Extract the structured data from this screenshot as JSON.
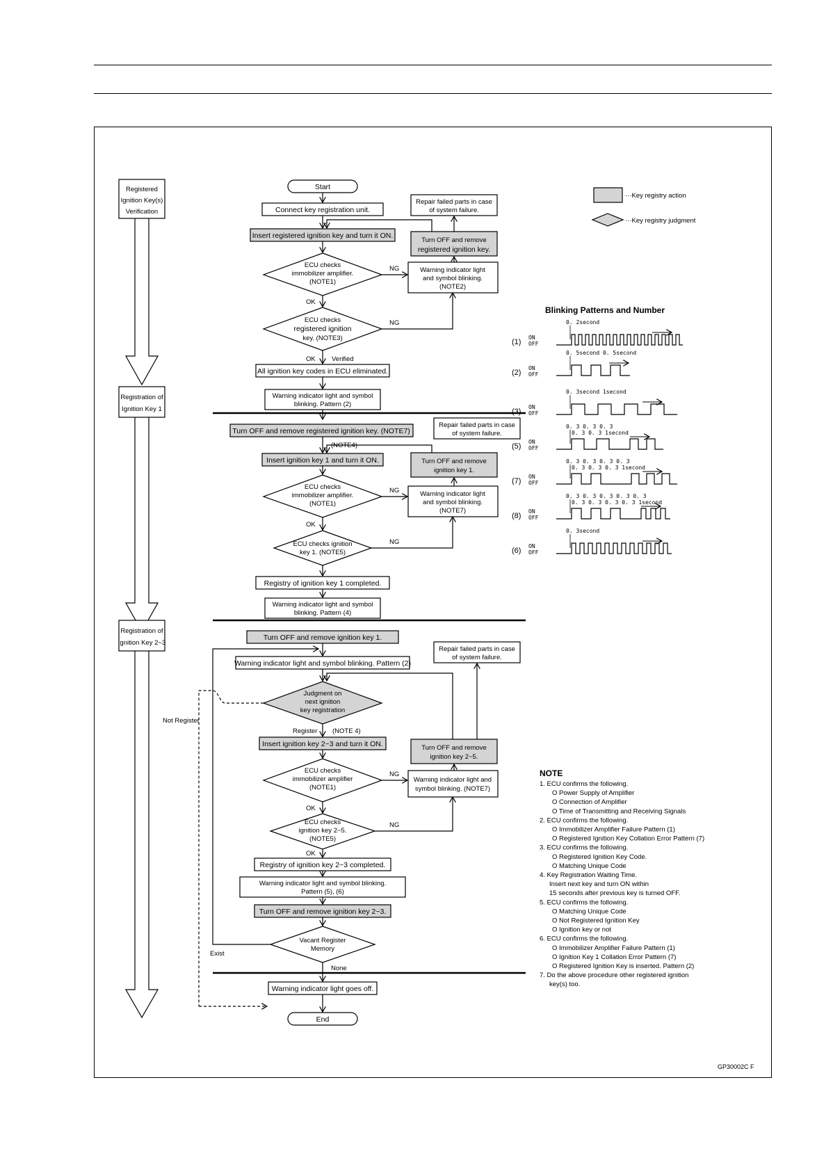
{
  "phases": [
    {
      "lines": [
        "Registered",
        "Ignition Key(s)",
        "Verification"
      ]
    },
    {
      "lines": [
        "Registration of",
        "Ignition Key 1"
      ]
    },
    {
      "lines": [
        "Registration of",
        "Ignition Key 2~3"
      ]
    }
  ],
  "legend": {
    "action": "···Key registry action",
    "judgment": "···Key registry judgment"
  },
  "flow": {
    "start": "Start",
    "end": "End",
    "s1": {
      "connect": "Connect key registration unit.",
      "insert": "Insert registered ignition key and turn it ON.",
      "d1": [
        "ECU checks",
        "immobilizer amplifier.",
        "(NOTE1)"
      ],
      "d2": [
        "ECU checks",
        "registered ignition",
        "key. (NOTE3)"
      ],
      "eliminated": "All ignition key codes in ECU eliminated.",
      "blink": [
        "Warning indicator light and symbol",
        "blinking. Pattern (2)"
      ],
      "repair": [
        "Repair failed parts in case",
        "of system failure."
      ],
      "turnoff": [
        "Turn OFF and remove",
        "registered ignition key."
      ],
      "warn": [
        "Warning indicator light",
        "and symbol blinking.",
        "(NOTE2)"
      ]
    },
    "s2": {
      "turnoff_top": "Turn OFF and remove registered ignition key. (NOTE7)",
      "note4": "(NOTE4)",
      "insert": "Insert ignition key 1 and turn it ON.",
      "d1": [
        "ECU checks",
        "immobilizer amplifier.",
        "(NOTE1)"
      ],
      "d2": [
        "ECU checks ignition",
        "key 1. (NOTE5)"
      ],
      "completed": "Registry of ignition key 1 completed.",
      "blink": [
        "Warning indicator light and symbol",
        "blinking. Pattern (4)"
      ],
      "repair": [
        "Repair failed parts in case",
        "of system failure."
      ],
      "turnoff": [
        "Turn OFF and remove",
        "ignition key 1."
      ],
      "warn": [
        "Warning indicator light",
        "and symbol blinking.",
        "(NOTE7)"
      ]
    },
    "s3": {
      "turnoff_top": "Turn OFF and remove ignition key 1.",
      "blink2": "Warning indicator light and symbol blinking. Pattern (2)",
      "judge": [
        "Judgment on",
        "next ignition",
        "key registration"
      ],
      "register": "Register",
      "note4": "(NOTE 4)",
      "not_register": "Not Register",
      "insert": "Insert ignition key 2~3 and turn it ON.",
      "d1": [
        "ECU checks",
        "immobilizer amplifier",
        "(NOTE1)"
      ],
      "d2": [
        "ECU checks",
        "ignition key 2~5.",
        "(NOTE5)"
      ],
      "completed": "Registry of ignition key 2~3 completed.",
      "blink56": [
        "Warning indicator light and symbol blinking.",
        "Pattern (5), (6)"
      ],
      "turnoff": "Turn OFF and remove ignition key 2~3.",
      "vacant": [
        "Vacant Register",
        "Memory"
      ],
      "exist": "Exist",
      "none": "None",
      "goes_off": "Warning indicator light goes off.",
      "repair": [
        "Repair failed parts in case",
        "of system failure."
      ],
      "turnoff_r": [
        "Turn OFF and remove",
        "ignition key 2~5."
      ],
      "warn": [
        "Warning indicator light and",
        "symbol blinking. (NOTE7)"
      ]
    },
    "ok": "OK",
    "ng": "NG",
    "verified": "Verified"
  },
  "blink": {
    "title": "Blinking Patterns and Number",
    "on": "ON",
    "off": "OFF",
    "patterns": [
      {
        "label": "(1)",
        "timing": [
          "0. 2second"
        ]
      },
      {
        "label": "(2)",
        "timing": [
          "0. 5second  0. 5second"
        ]
      },
      {
        "label": "(3)",
        "timing": [
          "0. 3second   1second"
        ]
      },
      {
        "label": "(5)",
        "timing": [
          "0. 3   0. 3   0. 3",
          "0. 3   0. 3   1second"
        ]
      },
      {
        "label": "(7)",
        "timing": [
          "0. 3  0. 3  0. 3  0. 3",
          "0. 3  0. 3  0. 3   1second"
        ]
      },
      {
        "label": "(8)",
        "timing": [
          "0. 3  0. 3  0. 3  0. 3  0. 3",
          "0. 3  0. 3  0. 3  0. 3  1second"
        ]
      },
      {
        "label": "(6)",
        "timing": [
          "0. 3second"
        ]
      }
    ]
  },
  "notes": {
    "title": "NOTE",
    "lines": [
      {
        "indent": 0,
        "text": "1. ECU confirms the following."
      },
      {
        "indent": 1,
        "text": "O  Power Supply of Amplifier"
      },
      {
        "indent": 1,
        "text": "O  Connection of Amplifier"
      },
      {
        "indent": 1,
        "text": "O  Time of Transmitting and Receiving Signals"
      },
      {
        "indent": 0,
        "text": "2. ECU confirms the following."
      },
      {
        "indent": 1,
        "text": "O  Immobilizer Amplifier Failure Pattern (1)"
      },
      {
        "indent": 1,
        "text": "O  Registered Ignition Key Collation Error Pattern (7)"
      },
      {
        "indent": 0,
        "text": "3. ECU confirms the following."
      },
      {
        "indent": 1,
        "text": "O  Registered Ignition Key Code."
      },
      {
        "indent": 1,
        "text": "O  Matching Unique Code"
      },
      {
        "indent": 0,
        "text": "4. Key Registration Waiting Time."
      },
      {
        "indent": 2,
        "text": "Insert next key and turn ON within"
      },
      {
        "indent": 2,
        "text": "15 seconds after previous key is turned OFF."
      },
      {
        "indent": 0,
        "text": "5. ECU confirms the following."
      },
      {
        "indent": 1,
        "text": "O  Matching Unique Code"
      },
      {
        "indent": 1,
        "text": "O  Not Registered Ignition Key"
      },
      {
        "indent": 1,
        "text": "O  Ignition key or not"
      },
      {
        "indent": 0,
        "text": "6. ECU confirms the following."
      },
      {
        "indent": 1,
        "text": "O  Immobilizer Amplifier Failure Pattern (1)"
      },
      {
        "indent": 1,
        "text": "O  Ignition Key 1 Collation Error Pattern (7)"
      },
      {
        "indent": 1,
        "text": "O  Registered Ignition Key is inserted. Pattern (2)"
      },
      {
        "indent": 0,
        "text": "7. Do the above procedure other registered ignition"
      },
      {
        "indent": 2,
        "text": "key(s) too."
      }
    ]
  },
  "figure_code": "GP30002C   F"
}
